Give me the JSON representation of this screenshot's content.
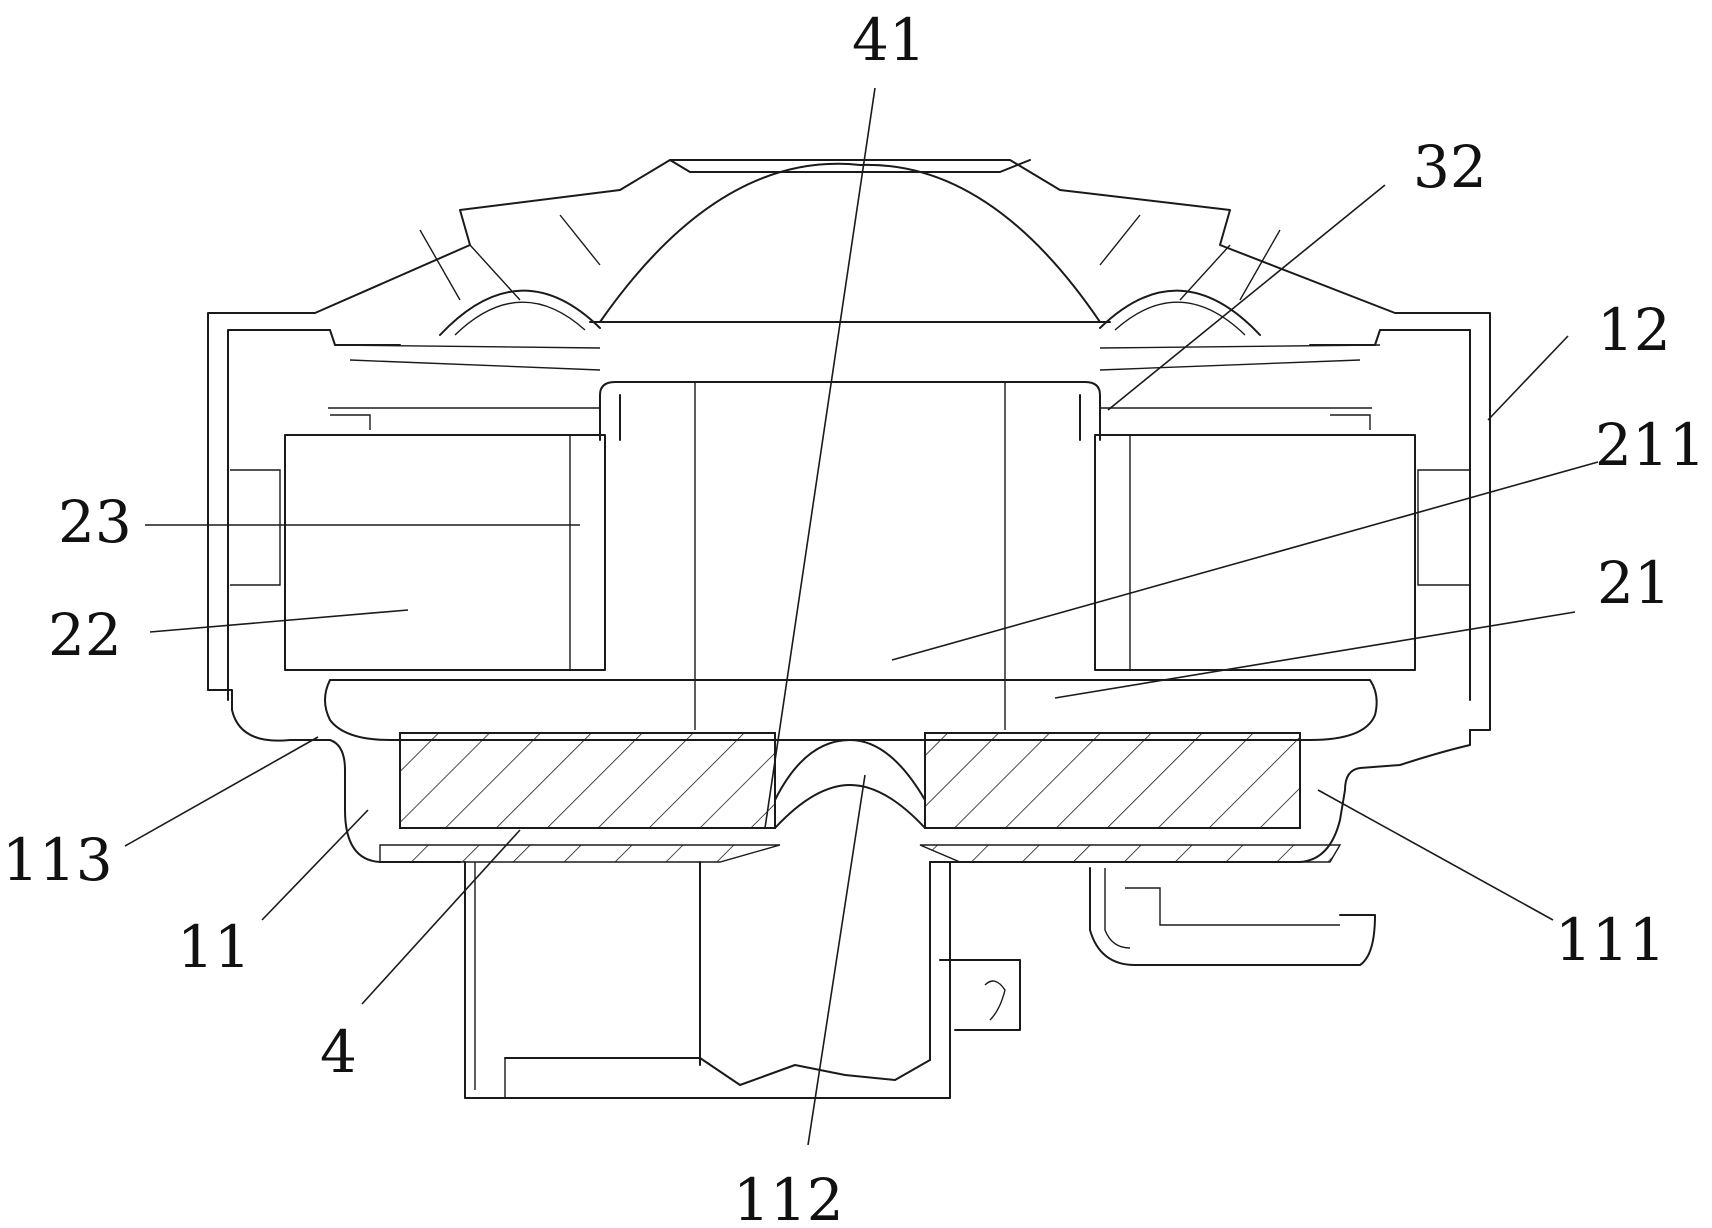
{
  "figure": {
    "reference_labels": {
      "l41": "41",
      "l32": "32",
      "l12": "12",
      "l211": "211",
      "l23": "23",
      "l22": "22",
      "l21": "21",
      "l113": "113",
      "l11": "11",
      "l4": "4",
      "l111": "111",
      "l112": "112"
    }
  }
}
